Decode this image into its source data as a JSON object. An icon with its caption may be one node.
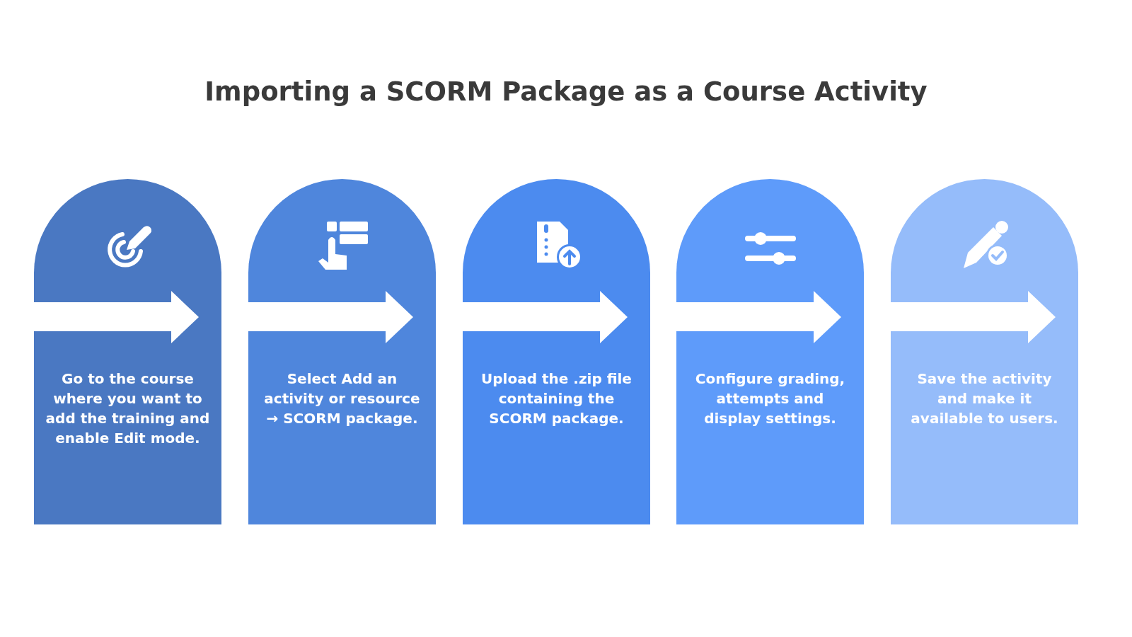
{
  "diagram": {
    "title": "Importing a SCORM Package as a Course Activity",
    "nodes": [
      {
        "text": [
          "Go to the course where you want to add the training and enable Edit mode."
        ]
      },
      {
        "text": [
          "Select Add an activity or resource → SCORM package."
        ]
      },
      {
        "text": [
          "Upload the .zip file containing the SCORM package."
        ]
      },
      {
        "text": [
          "Configure grading, attempts and display settings."
        ]
      },
      {
        "text": [
          "Save the activity and make it available to users."
        ]
      }
    ]
  }
}
